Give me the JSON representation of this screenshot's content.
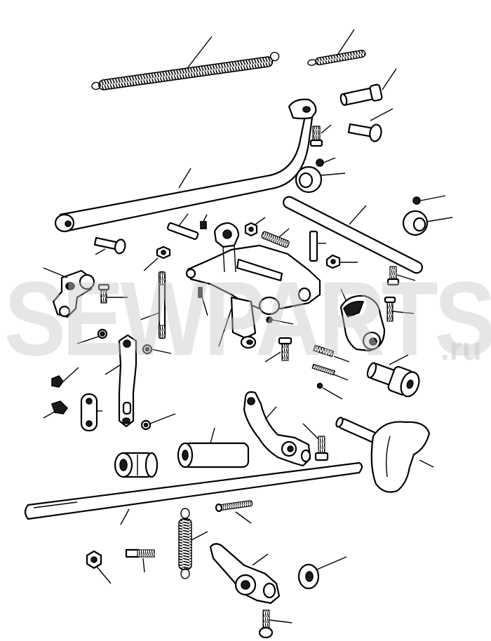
{
  "watermark": {
    "text": "SEWPARTS",
    "suffix": ".ru"
  },
  "diagram": {
    "kind": "exploded-parts-drawing",
    "colors": {
      "ink": "#000000",
      "paper": "#ffffff",
      "watermark": "#c9c9c9"
    }
  }
}
